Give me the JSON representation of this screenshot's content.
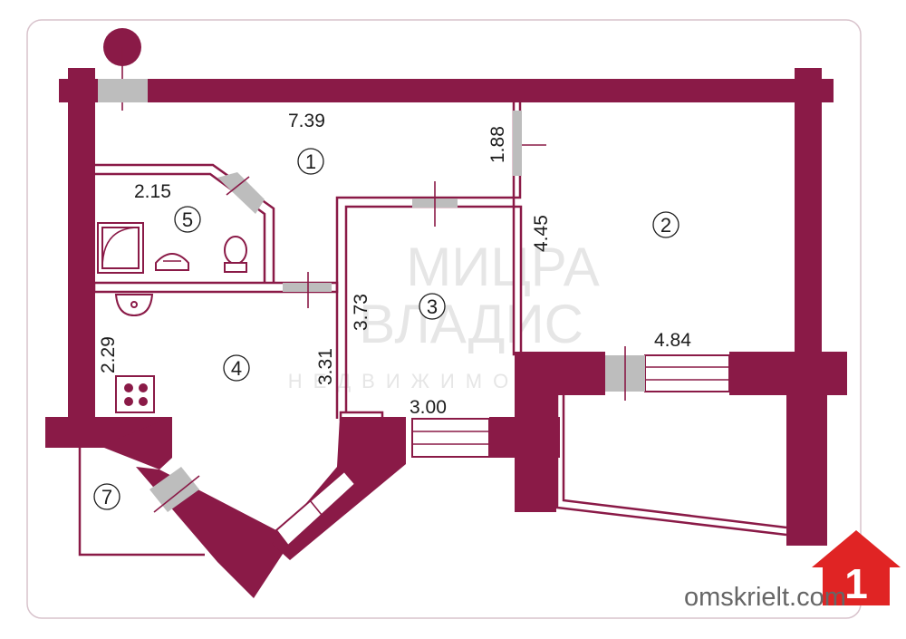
{
  "dimensions": {
    "top_width": "7.39",
    "bathroom_width": "2.15",
    "partition_height": "1.88",
    "room2_wall": "4.45",
    "room3_right": "3.73",
    "room3_left": "3.31",
    "room3_bottom": "3.00",
    "room2_bottom": "4.84",
    "kitchen_left": "2.29"
  },
  "rooms": [
    {
      "number": "1"
    },
    {
      "number": "2"
    },
    {
      "number": "3"
    },
    {
      "number": "4"
    },
    {
      "number": "5"
    },
    {
      "number": "7"
    }
  ],
  "watermark": {
    "line1": "МИЦРА",
    "line2": "ВЛАДИС",
    "line3": "НЕДВИЖИМОСТЬ"
  },
  "site": {
    "text": "omskrielt.com",
    "logo_number": "1"
  },
  "colors": {
    "wall": "#8a1a47",
    "door": "#bdbdbd",
    "logo": "#e02424"
  }
}
